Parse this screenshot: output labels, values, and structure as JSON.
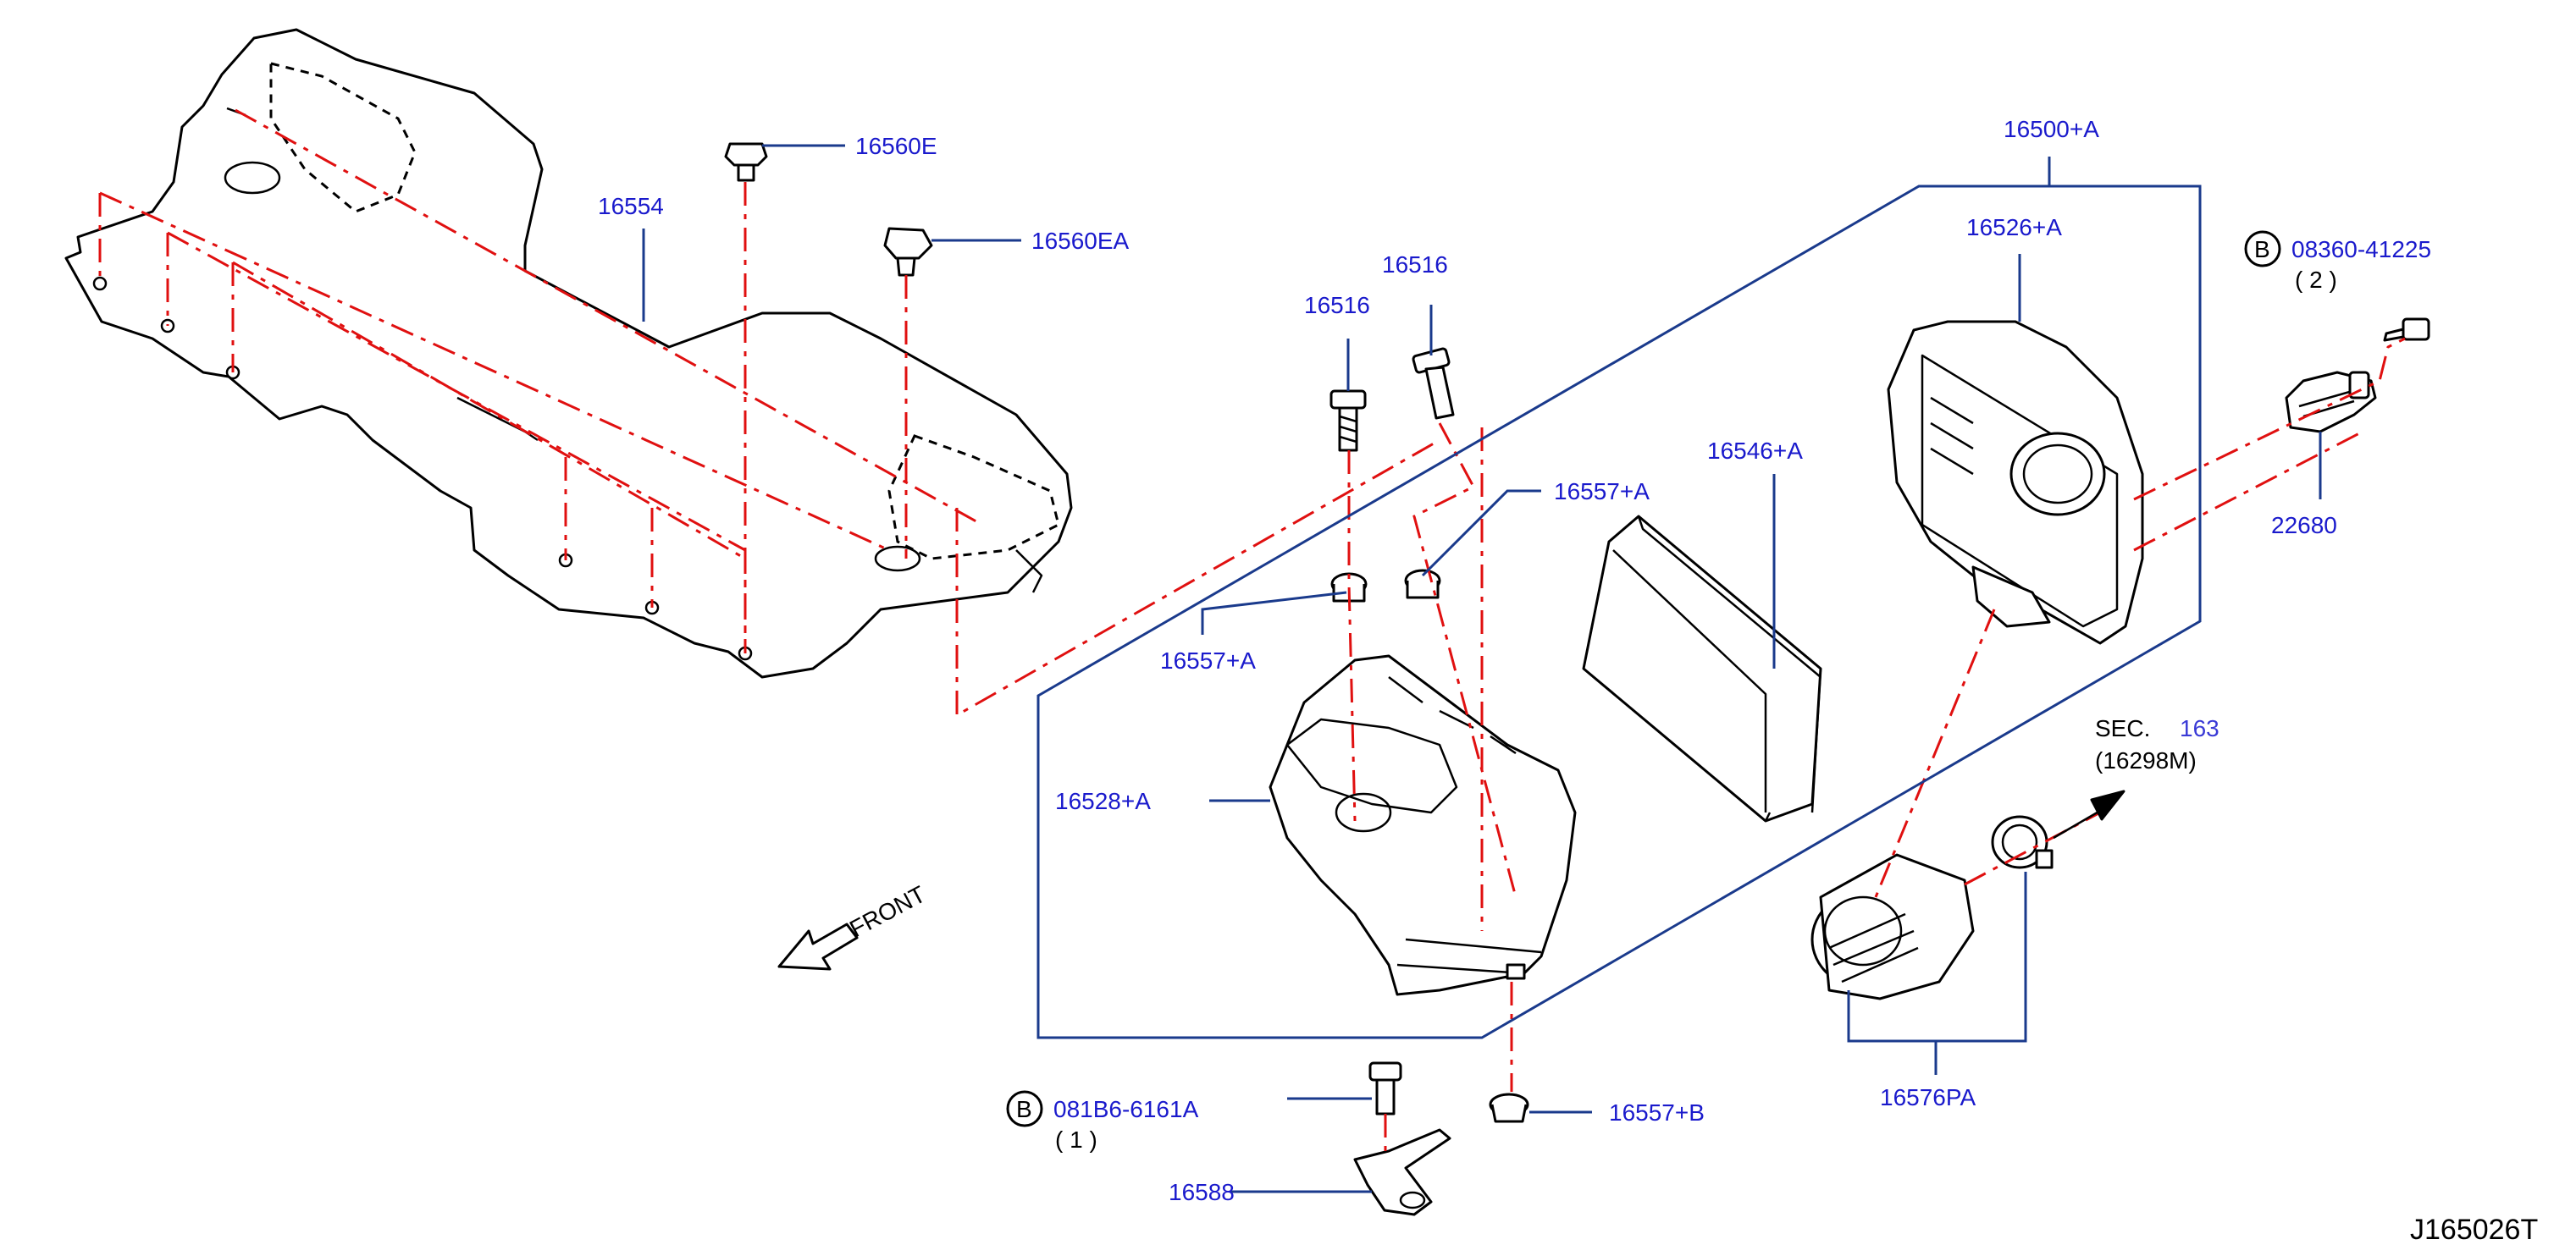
{
  "callouts": {
    "c16554": "16554",
    "c16560E": "16560E",
    "c16560EA": "16560EA",
    "c16516_left": "16516",
    "c16516_right": "16516",
    "c16557A_top": "16557+A",
    "c16557A_left": "16557+A",
    "c16546A": "16546+A",
    "c16500A": "16500+A",
    "c16526A": "16526+A",
    "c16528A": "16528+A",
    "c22680": "22680",
    "c16557B": "16557+B",
    "c16588": "16588",
    "c16576PA": "16576PA"
  },
  "bolt_refs": {
    "b1_symbol": "B",
    "b1_part": "08360-41225",
    "b1_qty": "( 2 )",
    "b2_symbol": "B",
    "b2_part": "081B6-6161A",
    "b2_qty": "( 1 )"
  },
  "section_ref": {
    "prefix": "SEC.",
    "number": "163",
    "sub": "(16298M)"
  },
  "orientation": {
    "label": "FRONT"
  },
  "drawing_code": "J165026T",
  "colors": {
    "callout_text": "#1a1acc",
    "leader_line": "#1a3a8c",
    "center_line": "#e01010",
    "outline": "#000000"
  }
}
